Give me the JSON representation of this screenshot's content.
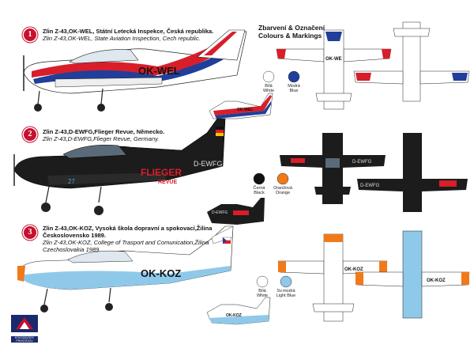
{
  "section1": {
    "badge": "1",
    "title": "Zlin Z-43,OK-WEL, Státní Letecká Inspekce, Česká republika.",
    "subtitle": "Zlin Z-43,OK-WEL, State Aviation Inspection, Cech republic.",
    "registration": "OK-WEL",
    "registration_small": "OK-WEL",
    "registration_top": "OK-WE"
  },
  "section2": {
    "badge": "2",
    "title": "Zlin Z-43,D-EWFG,Flieger Revue, Německo.",
    "subtitle": "Zlin Z-43,D-EWFG,Flieger Revue, Germany.",
    "registration": "D-EWFG",
    "nose_number": "27",
    "fuselage_text": "FLIEGER",
    "fuselage_text2": "REVUE",
    "registration_small": "D-EWFG",
    "registration_top": "D-EWFG",
    "registration_bottom": "D-EWFG"
  },
  "section3": {
    "badge": "3",
    "title": "Zlin Z-43,OK-KOZ, Vysoká škola dopravní a spokovací,Žilina Československo 1989.",
    "subtitle": "Zlin Z-43,OK-KOZ, College  of Trasport and Comunication,Žilina Czechoslovakia 1989.",
    "registration": "OK-KOZ",
    "registration_small": "OK-KOZ",
    "registration_top": "OK-KOZ",
    "registration_bottom": "OK-KOZ"
  },
  "colours_header": {
    "line1": "Zbarvení & Označení",
    "line2": "Colours & Markings"
  },
  "swatches1": [
    {
      "cz": "Bílá",
      "en": "White",
      "color": "#ffffff"
    },
    {
      "cz": "Modrá",
      "en": "Blue",
      "color": "#1f3f9a"
    }
  ],
  "swatches2": [
    {
      "cz": "Černá",
      "en": "Black",
      "color": "#111111"
    },
    {
      "cz": "Oranžová",
      "en": "Orange",
      "color": "#f07a1a"
    }
  ],
  "swatches3": [
    {
      "cz": "Bílá",
      "en": "White",
      "color": "#ffffff"
    },
    {
      "cz": "Sv.modrá",
      "en": "Light Blue",
      "color": "#8fc9ea"
    }
  ],
  "logo": {
    "line1": "KOVOZÁVODY",
    "line2": "PROSTĚJOV"
  },
  "colors": {
    "red": "#d81e2a",
    "blue": "#1f3f9a",
    "black": "#1c1c1c",
    "orange": "#f07a1a",
    "lightblue": "#8fc9ea"
  }
}
